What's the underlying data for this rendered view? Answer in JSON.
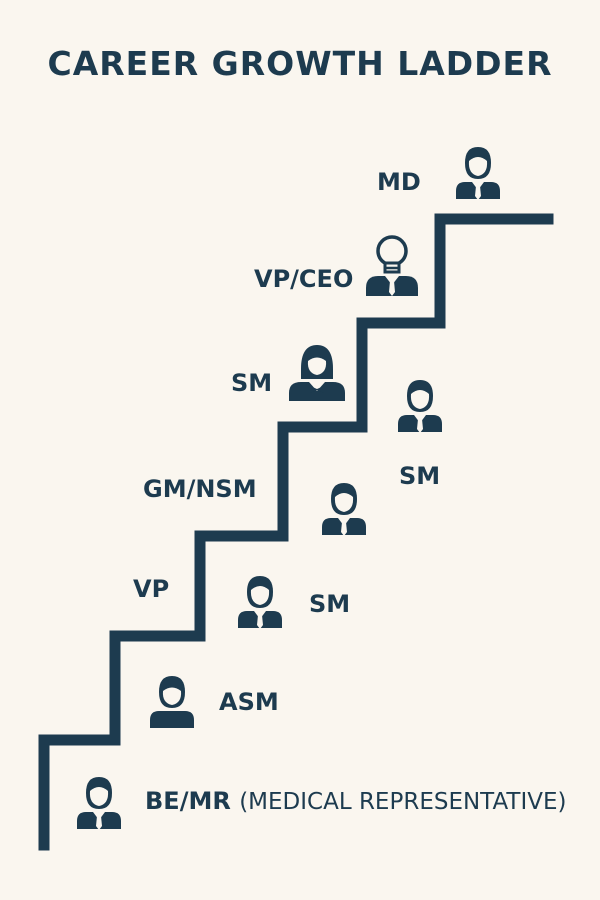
{
  "title": "CAREER GROWTH LADDER",
  "accent_color": "#1d3b4f",
  "background_color": "#faf6ef",
  "labels": {
    "be_mr": "BE/MR",
    "be_mr_desc": "(MEDICAL REPRESENTATIVE)",
    "asm": "ASM",
    "vp": "VP",
    "sm_1": "SM",
    "gm_nsm": "GM/NSM",
    "sm_2": "SM",
    "sm_3": "SM",
    "vp_ceo": "VP/CEO",
    "md": "MD"
  },
  "icons": [
    "person-tie-icon",
    "person-icon",
    "person-tie-icon",
    "person-tie-icon",
    "person-tie-icon",
    "person-female-icon",
    "person-lightbulb-icon",
    "person-tie-icon"
  ]
}
